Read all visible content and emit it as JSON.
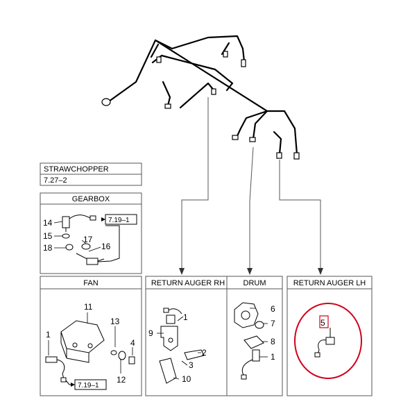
{
  "boxes": {
    "strawchopper": {
      "title": "STRAWCHOPPER",
      "ref": "7.27–2"
    },
    "gearbox": {
      "title": "GEARBOX",
      "ref": "7.19–1",
      "parts": [
        "14",
        "15",
        "18",
        "17",
        "16"
      ]
    },
    "fan": {
      "title": "FAN",
      "ref": "7.19–1",
      "parts": [
        "11",
        "1",
        "13",
        "4",
        "12"
      ]
    },
    "return_auger_rh": {
      "title": "RETURN AUGER RH",
      "parts": [
        "1",
        "9",
        "2",
        "3",
        "10"
      ]
    },
    "drum": {
      "title": "DRUM",
      "parts": [
        "6",
        "7",
        "8",
        "1"
      ]
    },
    "return_auger_lh": {
      "title": "RETURN AUGER LH",
      "parts": [
        "5"
      ]
    }
  },
  "colors": {
    "line": "#000000",
    "frame": "#555555",
    "highlight": "#d0021b"
  }
}
